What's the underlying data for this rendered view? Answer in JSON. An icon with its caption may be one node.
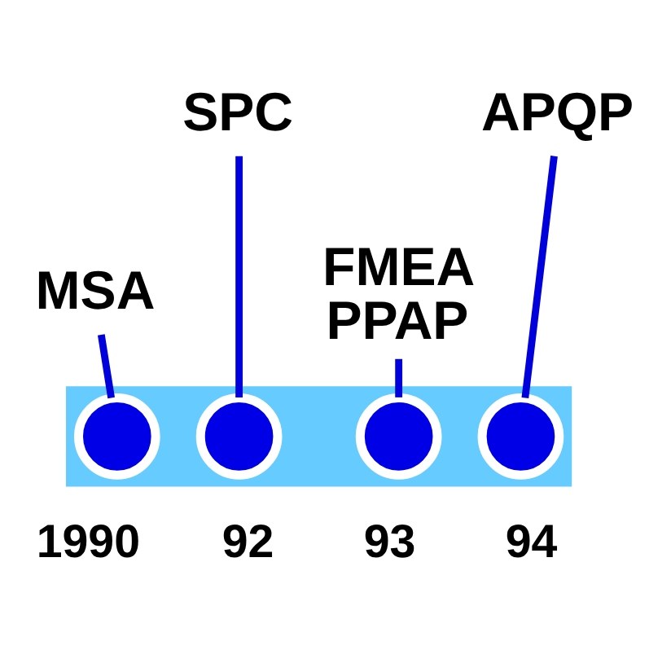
{
  "diagram": {
    "nodes": [
      {
        "text": [
          "MSA"
        ]
      },
      {
        "text": [
          "SPC"
        ]
      },
      {
        "text": [
          "FMEA",
          "PPAP"
        ]
      },
      {
        "text": [
          "APQP"
        ]
      },
      {
        "text": [],
        "shape": "bar"
      },
      {
        "text": [],
        "shape": "circle",
        "in": 4
      },
      {
        "text": [],
        "shape": "circle",
        "in": 4
      },
      {
        "text": [],
        "shape": "circle",
        "in": 4
      },
      {
        "text": [],
        "shape": "circle",
        "in": 4
      }
    ],
    "edges": [
      {
        "from": 0,
        "to": 5,
        "arrow": "none"
      },
      {
        "from": 1,
        "to": 6,
        "arrow": "none"
      },
      {
        "from": 2,
        "to": 7,
        "arrow": "none"
      },
      {
        "from": 3,
        "to": 8,
        "arrow": "none"
      }
    ],
    "labels": [
      "1990",
      "92",
      "93",
      "94"
    ]
  }
}
